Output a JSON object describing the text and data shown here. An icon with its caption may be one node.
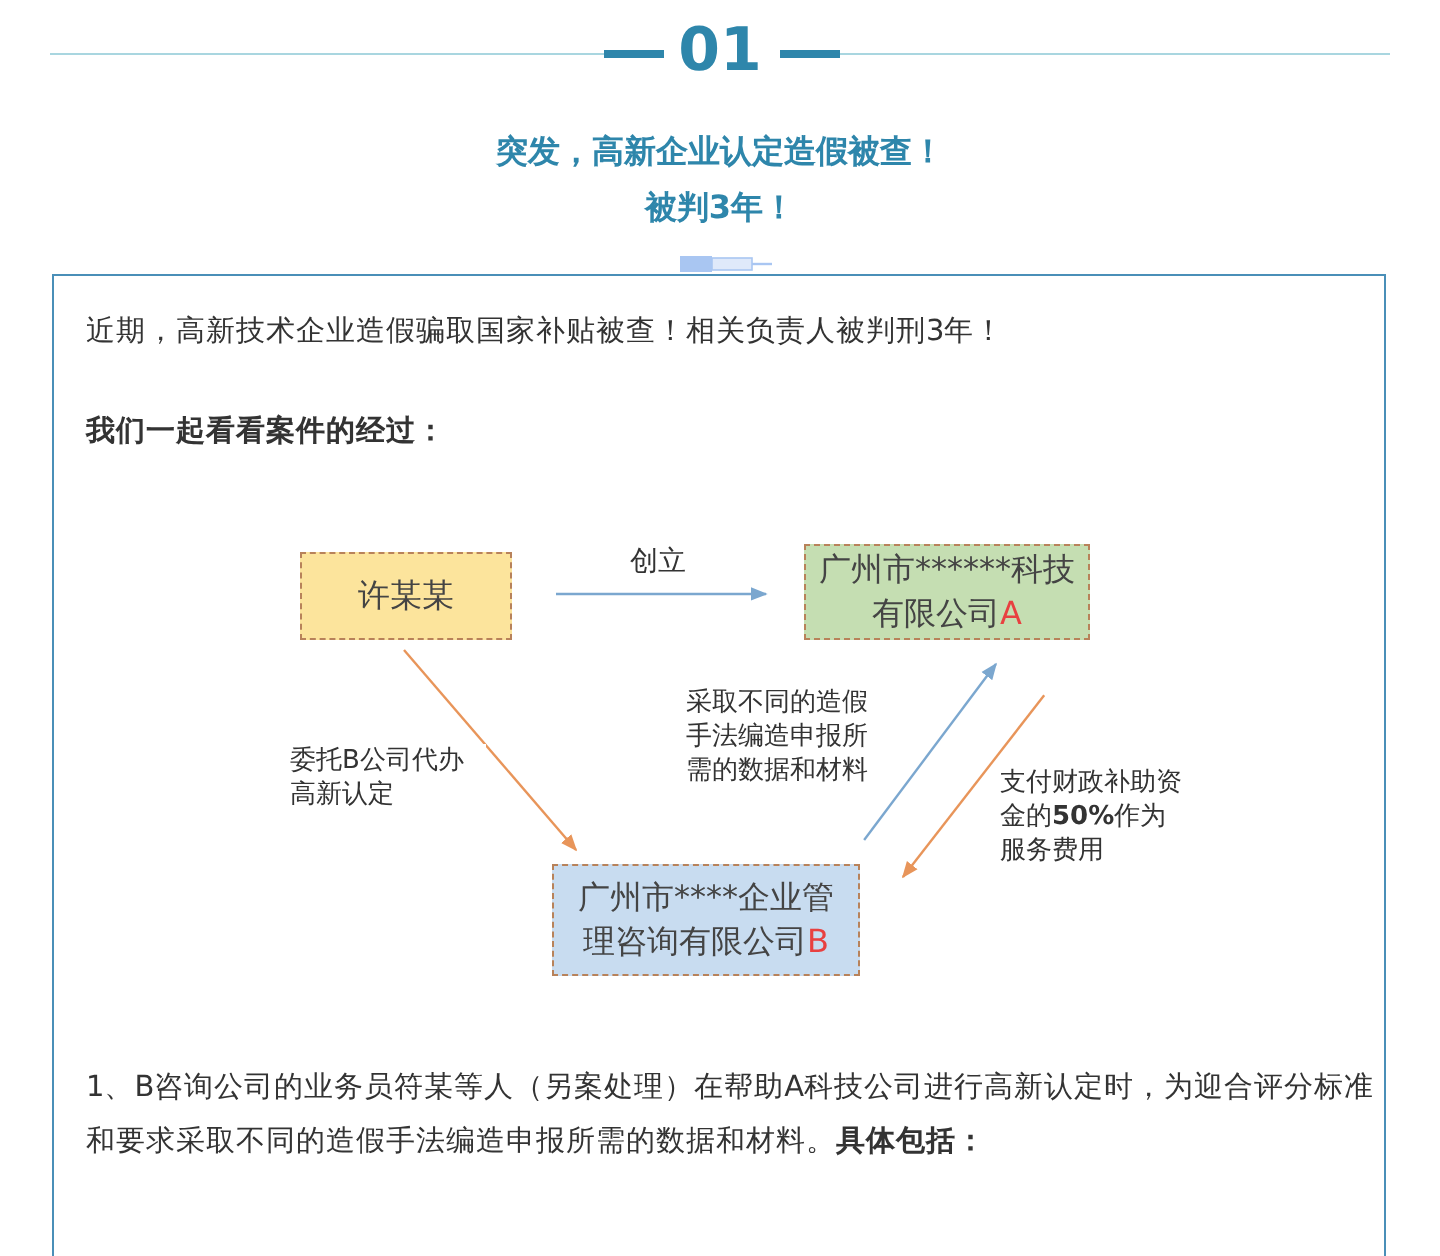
{
  "diagram": {
    "title": "突发，高新企业认定造假被查！被判3年！",
    "nodes": [
      {
        "text": [
          "许某某"
        ]
      },
      {
        "text": [
          "广州市******科技有限公司",
          "A"
        ]
      },
      {
        "text": [
          "广州市****企业管理咨询有限公司",
          "B"
        ]
      }
    ],
    "edges": [
      {
        "from": 0,
        "to": 1,
        "arrow": "to",
        "label": "创立",
        "color": "#7ba7cf"
      },
      {
        "from": 0,
        "to": 2,
        "arrow": "to",
        "label": "委托B公司代办高新认定",
        "color": "#e8955a"
      },
      {
        "from": 2,
        "to": 1,
        "arrow": "to",
        "label": "采取不同的造假手法编造申报所需的数据和材料",
        "color": "#7ba7cf"
      },
      {
        "from": 1,
        "to": 2,
        "arrow": "to",
        "label": "支付财政补助资金的**50%**作为服务费用",
        "color": "#e8955a"
      }
    ],
    "labels": [
      "01",
      "近期，高新技术企业造假骗取国家补贴被查！相关负责人被判刑3年！",
      "我们一起看看案件的经过：",
      "1、B咨询公司的业务员符某等人（另案处理）在帮助A科技公司进行高新认定时，为迎合评分标准和要求采取不同的造假手法编造申报所需的数据和材料。**具体包括：**"
    ]
  }
}
